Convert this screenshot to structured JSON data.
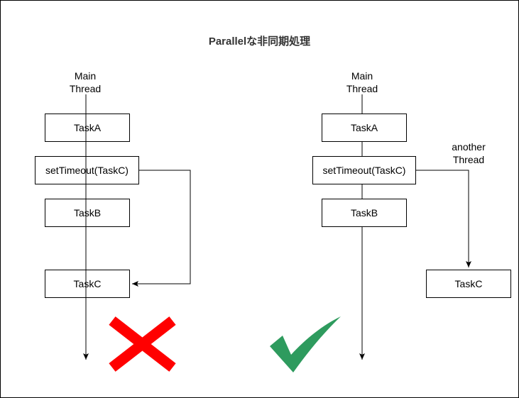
{
  "title": "Parallelな非同期処理",
  "left": {
    "thread_label_line1": "Main",
    "thread_label_line2": "Thread",
    "task_a": "TaskA",
    "set_timeout": "setTimeout(TaskC)",
    "task_b": "TaskB",
    "task_c": "TaskC",
    "verdict_icon": "cross-icon",
    "verdict_color": "#ff0000"
  },
  "right": {
    "thread_label_line1": "Main",
    "thread_label_line2": "Thread",
    "task_a": "TaskA",
    "set_timeout": "setTimeout(TaskC)",
    "task_b": "TaskB",
    "another_line1": "another",
    "another_line2": "Thread",
    "task_c": "TaskC",
    "verdict_icon": "checkmark-icon",
    "verdict_color": "#2e9b5e"
  }
}
